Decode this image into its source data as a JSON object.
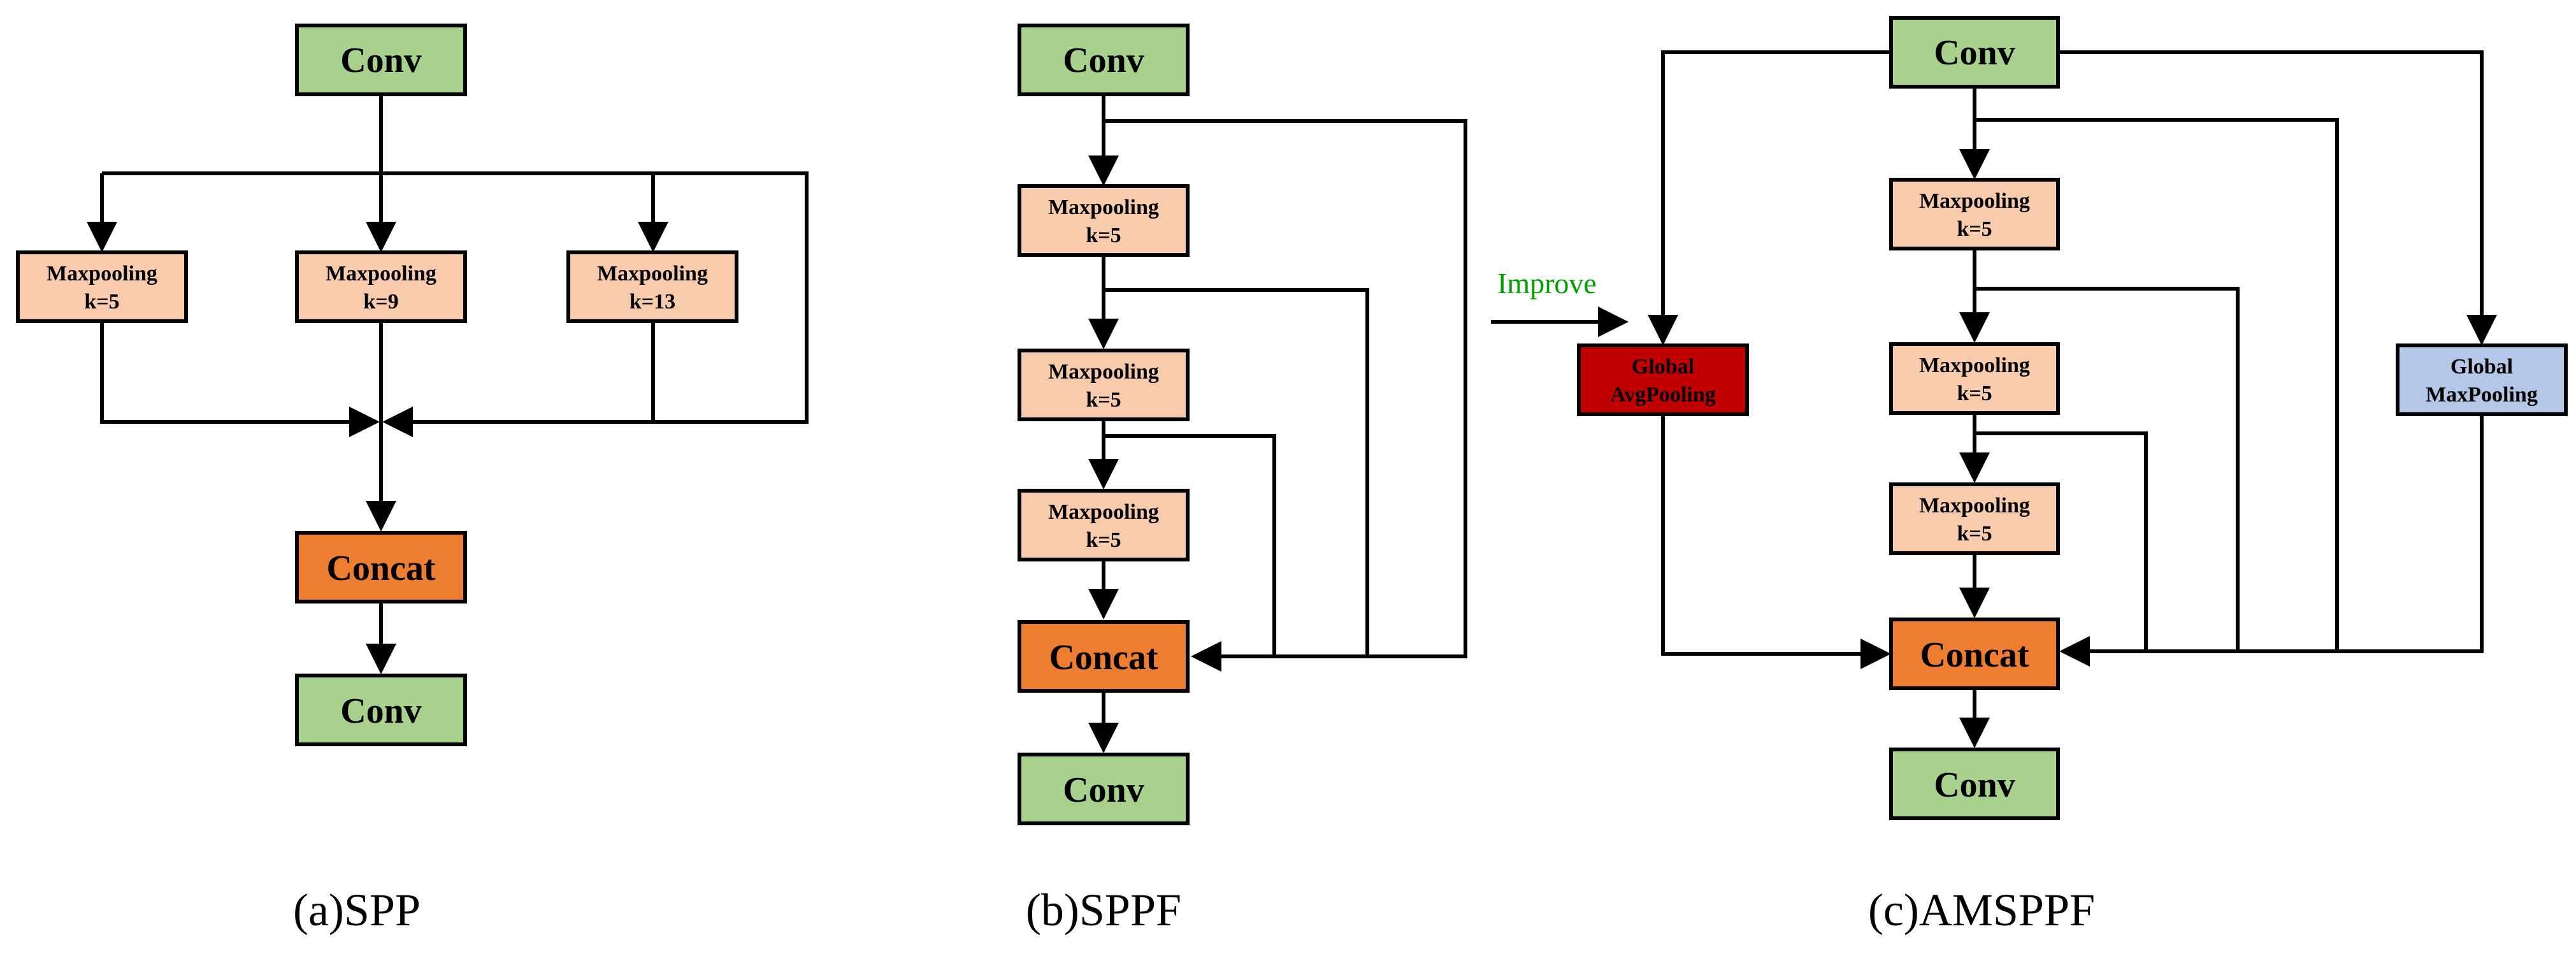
{
  "colors": {
    "conv": "#a9d18e",
    "maxpool": "#f8cbad",
    "concat": "#ed7d31",
    "global_avg": "#c00000",
    "global_max": "#b4c7e7",
    "improve": "#00a000",
    "line": "#000000"
  },
  "spp": {
    "caption": "(a)SPP",
    "conv_top": "Conv",
    "pool1": [
      "Maxpooling",
      "k=5"
    ],
    "pool2": [
      "Maxpooling",
      "k=9"
    ],
    "pool3": [
      "Maxpooling",
      "k=13"
    ],
    "concat": "Concat",
    "conv_bottom": "Conv"
  },
  "sppf": {
    "caption": "(b)SPPF",
    "conv_top": "Conv",
    "pool1": [
      "Maxpooling",
      "k=5"
    ],
    "pool2": [
      "Maxpooling",
      "k=5"
    ],
    "pool3": [
      "Maxpooling",
      "k=5"
    ],
    "concat": "Concat",
    "conv_bottom": "Conv"
  },
  "improve_label": "Improve",
  "amsppf": {
    "caption": "(c)AMSPPF",
    "conv_top": "Conv",
    "global_avg": [
      "Global",
      "AvgPooling"
    ],
    "global_max": [
      "Global",
      "MaxPooling"
    ],
    "pool1": [
      "Maxpooling",
      "k=5"
    ],
    "pool2": [
      "Maxpooling",
      "k=5"
    ],
    "pool3": [
      "Maxpooling",
      "k=5"
    ],
    "concat": "Concat",
    "conv_bottom": "Conv"
  }
}
